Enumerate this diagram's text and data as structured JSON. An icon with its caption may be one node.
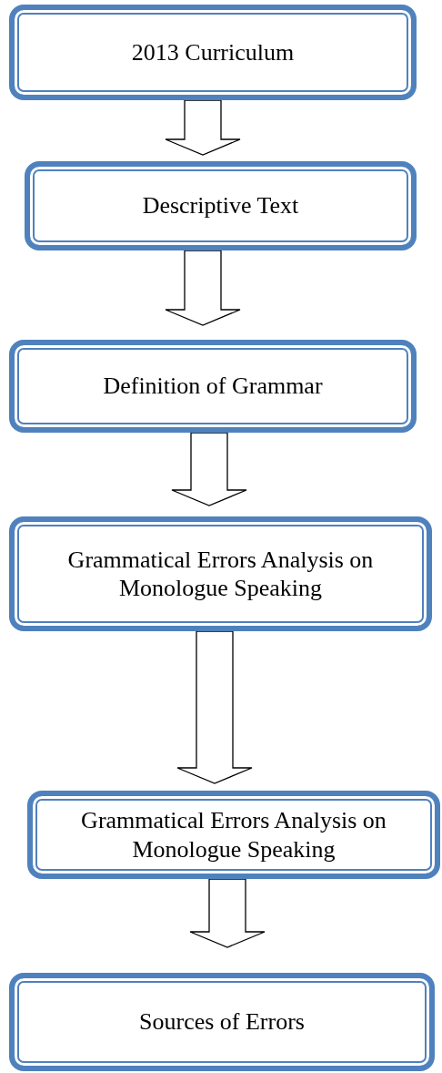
{
  "diagram": {
    "nodes": [
      {
        "text": [
          "2013 Curriculum"
        ]
      },
      {
        "text": [
          "Descriptive Text"
        ]
      },
      {
        "text": [
          "Definition of Grammar"
        ]
      },
      {
        "text": [
          "Grammatical Errors Analysis on Monologue Speaking"
        ]
      },
      {
        "text": [
          "Grammatical Errors Analysis on Monologue Speaking"
        ]
      },
      {
        "text": [
          "Sources of Errors"
        ]
      }
    ],
    "edges": [
      {
        "from": 0,
        "to": 1,
        "arrow": "to"
      },
      {
        "from": 1,
        "to": 2,
        "arrow": "to"
      },
      {
        "from": 2,
        "to": 3,
        "arrow": "to"
      },
      {
        "from": 3,
        "to": 4,
        "arrow": "to"
      },
      {
        "from": 4,
        "to": 5,
        "arrow": "to"
      }
    ]
  }
}
